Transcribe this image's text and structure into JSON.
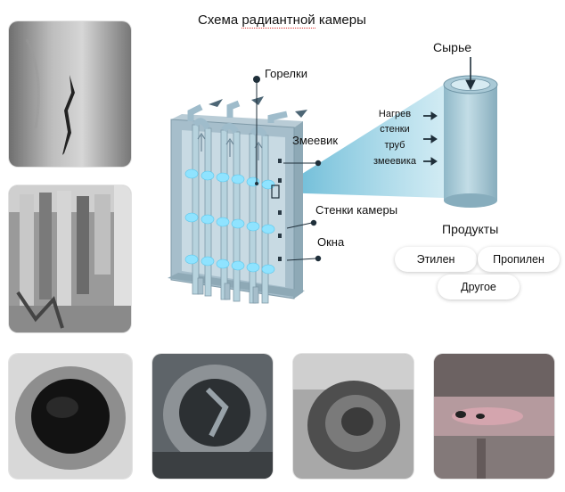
{
  "title": {
    "prefix": "Схема ",
    "highlighted": "радиантной",
    "suffix": " камеры"
  },
  "labels": {
    "burners": "Горелки",
    "coil": "Змеевик",
    "chamber_walls": "Стенки камеры",
    "windows": "Окна",
    "feedstock": "Сырье",
    "products": "Продукты"
  },
  "heating_lines": [
    "Нагрев",
    "стенки",
    "труб",
    "змеевика"
  ],
  "product_items": [
    {
      "label": "Этилен"
    },
    {
      "label": "Пропилен"
    },
    {
      "label": "Другое"
    }
  ],
  "colors": {
    "steel": "#a9c1cd",
    "steel_dark": "#7f9aa8",
    "flame": "#8fe3ff",
    "pipe": "#a8ccd8",
    "dark": "#1f2f3a"
  }
}
